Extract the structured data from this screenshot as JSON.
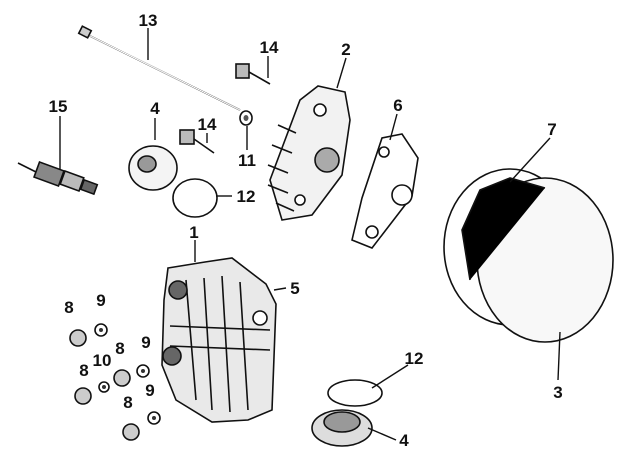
{
  "labels": {
    "p1": "1",
    "p2": "2",
    "p3": "3",
    "p4a": "4",
    "p4b": "4",
    "p5": "5",
    "p6": "6",
    "p7": "7",
    "p8a": "8",
    "p8b": "8",
    "p8c": "8",
    "p8d": "8",
    "p9a": "9",
    "p9b": "9",
    "p9c": "9",
    "p10": "10",
    "p11": "11",
    "p12a": "12",
    "p12b": "12",
    "p13": "13",
    "p14a": "14",
    "p14b": "14",
    "p15": "15"
  }
}
